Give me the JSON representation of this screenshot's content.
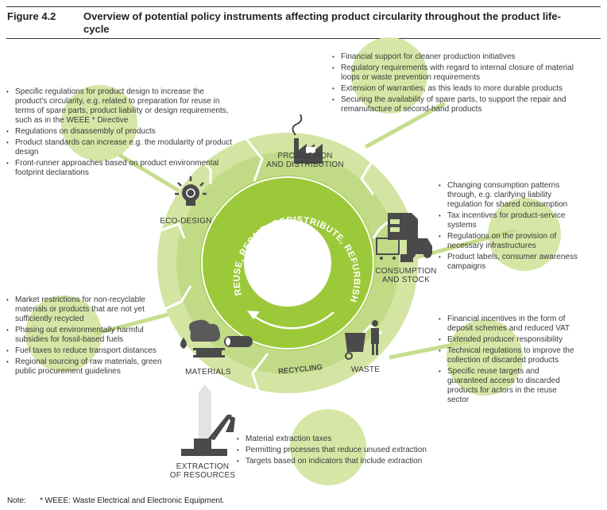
{
  "figure": {
    "number": "Figure 4.2",
    "title": "Overview of potential policy instruments affecting product circularity throughout the product life-cycle"
  },
  "colors": {
    "outer_ring_light": "#d4e5a3",
    "outer_ring_mid": "#bcd77f",
    "inner_ring_bright": "#9cc93a",
    "bubble": "#d6e6a6",
    "icon_dark": "#4a4a4a",
    "divider": "#ffffff"
  },
  "inner_ring": {
    "text": "REUSE, REPAIR, REDISTRIBUTE, REFURBISH, REMANUFACTURE"
  },
  "stages": {
    "production": {
      "line1": "PRODUCTION",
      "line2": "AND DISTRIBUTION",
      "icon": "factory-icon"
    },
    "consumption": {
      "line1": "CONSUMPTION",
      "line2": "AND STOCK",
      "icon": "house-car-cart-icon"
    },
    "waste": {
      "line1": "WASTE",
      "icon": "person-bin-icon"
    },
    "recycling": {
      "line1": "RECYCLING"
    },
    "materials": {
      "line1": "MATERIALS",
      "icon": "raw-materials-icon"
    },
    "ecodesign": {
      "line1": "ECO-DESIGN",
      "icon": "lightbulb-icon"
    },
    "extraction": {
      "line1": "EXTRACTION",
      "line2": "OF RESOURCES",
      "icon": "excavator-icon"
    }
  },
  "lists": {
    "ecodesign": [
      "Specific regulations for product design to increase the product's circularity, e.g. related to preparation for reuse in terms of spare parts, product liability or design requirements, such as in the WEEE * Directive",
      "Regulations on disassembly of products",
      "Product standards can increase e.g. the modularity of product design",
      "Front-runner approaches based on product environmental footprint declarations"
    ],
    "production": [
      "Financial support for cleaner production initiatives",
      "Regulatory requirements with regard to internal closure of material loops or waste prevention requirements",
      "Extension of warranties, as this leads to more durable products",
      "Securing the availability of spare parts, to support the repair and remanufacture of second-hand products"
    ],
    "consumption": [
      "Changing consumption patterns through, e.g. clarifying liability regulation for shared consumption",
      "Tax incentives for product-service systems",
      "Regulations on the provision of necessary infrastructures",
      "Product labels, consumer awareness campaigns"
    ],
    "waste": [
      "Financial incentives in the form of deposit schemes and reduced VAT",
      "Extended producer responsibility",
      "Technical regulations to improve the collection of discarded products",
      "Specific reuse targets and guaranteed access to discarded products for actors in the reuse sector"
    ],
    "materials": [
      "Market restrictions for non-recyclable materials or products that are not yet sufficiently recycled",
      "Phasing out environmentally harmful subsidies for fossil-based fuels",
      "Fuel taxes to reduce transport distances",
      "Regional sourcing of raw materials, green public procurement guidelines"
    ],
    "extraction": [
      "Material extraction taxes",
      "Permitting processes that reduce unused extraction",
      "Targets based on indicators that include extraction"
    ]
  },
  "note": {
    "label": "Note:",
    "text": "* WEEE: Waste Electrical and Electronic Equipment."
  }
}
